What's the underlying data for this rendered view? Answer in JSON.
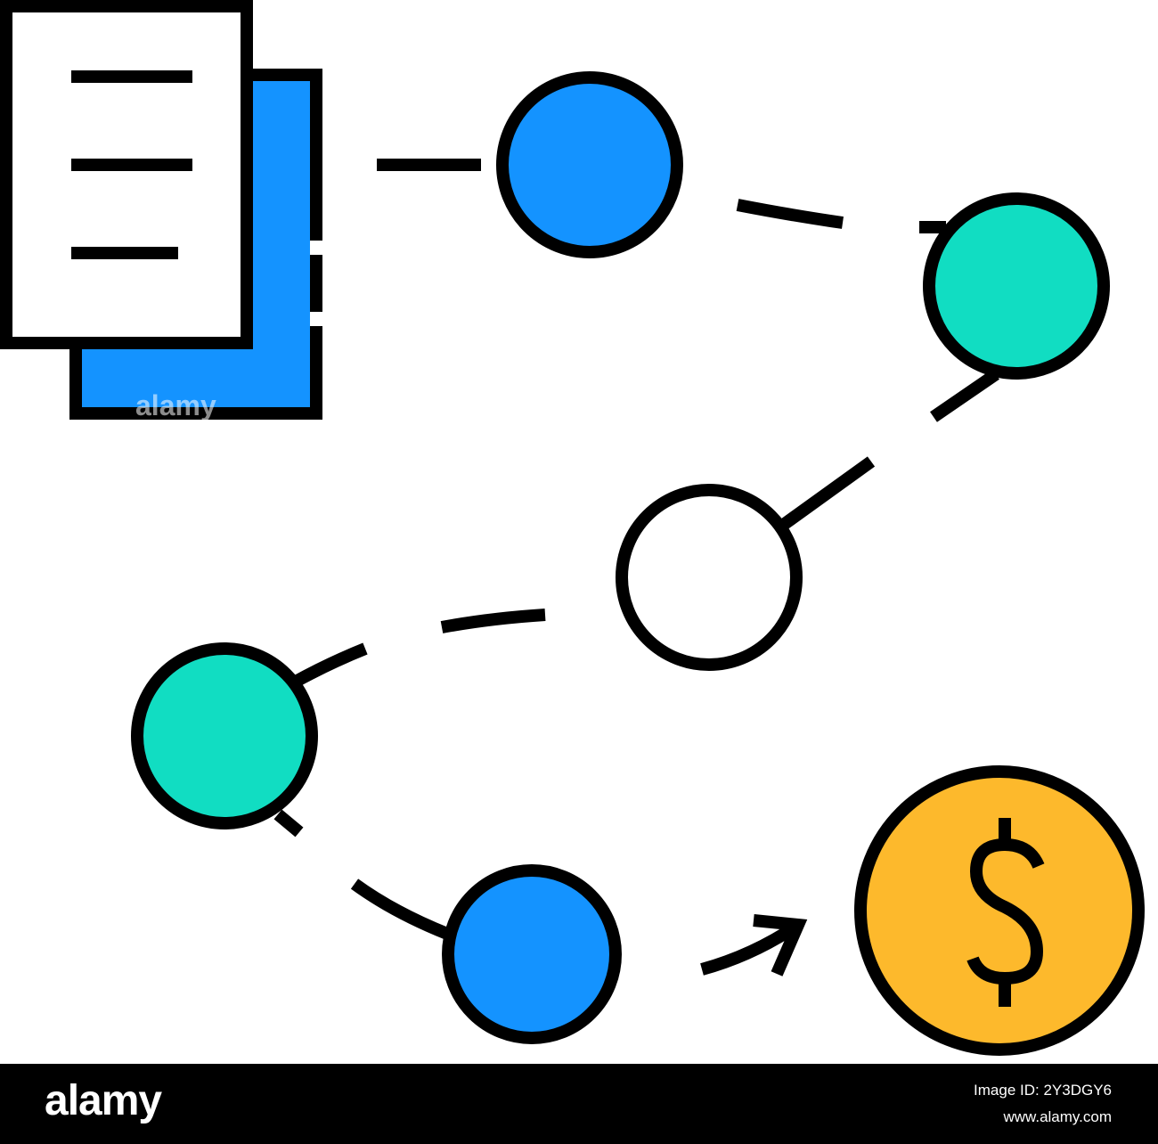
{
  "colors": {
    "outline": "#000000",
    "blue": "#1493FF",
    "teal": "#11DDC2",
    "gold": "#FDB92C",
    "white": "#FFFFFF",
    "footer_bg": "#000000",
    "footer_text": "#FFFFFF"
  },
  "icons": {
    "documents": "stacked-documents-icon",
    "nodes": [
      "blue-node-icon",
      "teal-node-icon",
      "empty-node-icon",
      "teal-node-icon",
      "blue-node-icon"
    ],
    "end": "dollar-coin-icon"
  },
  "diagram": {
    "coin_symbol": "$",
    "watermark": "alamy"
  },
  "footer": {
    "logo": "alamy",
    "image_id": "Image ID: 2Y3DGY6",
    "url": "www.alamy.com"
  }
}
